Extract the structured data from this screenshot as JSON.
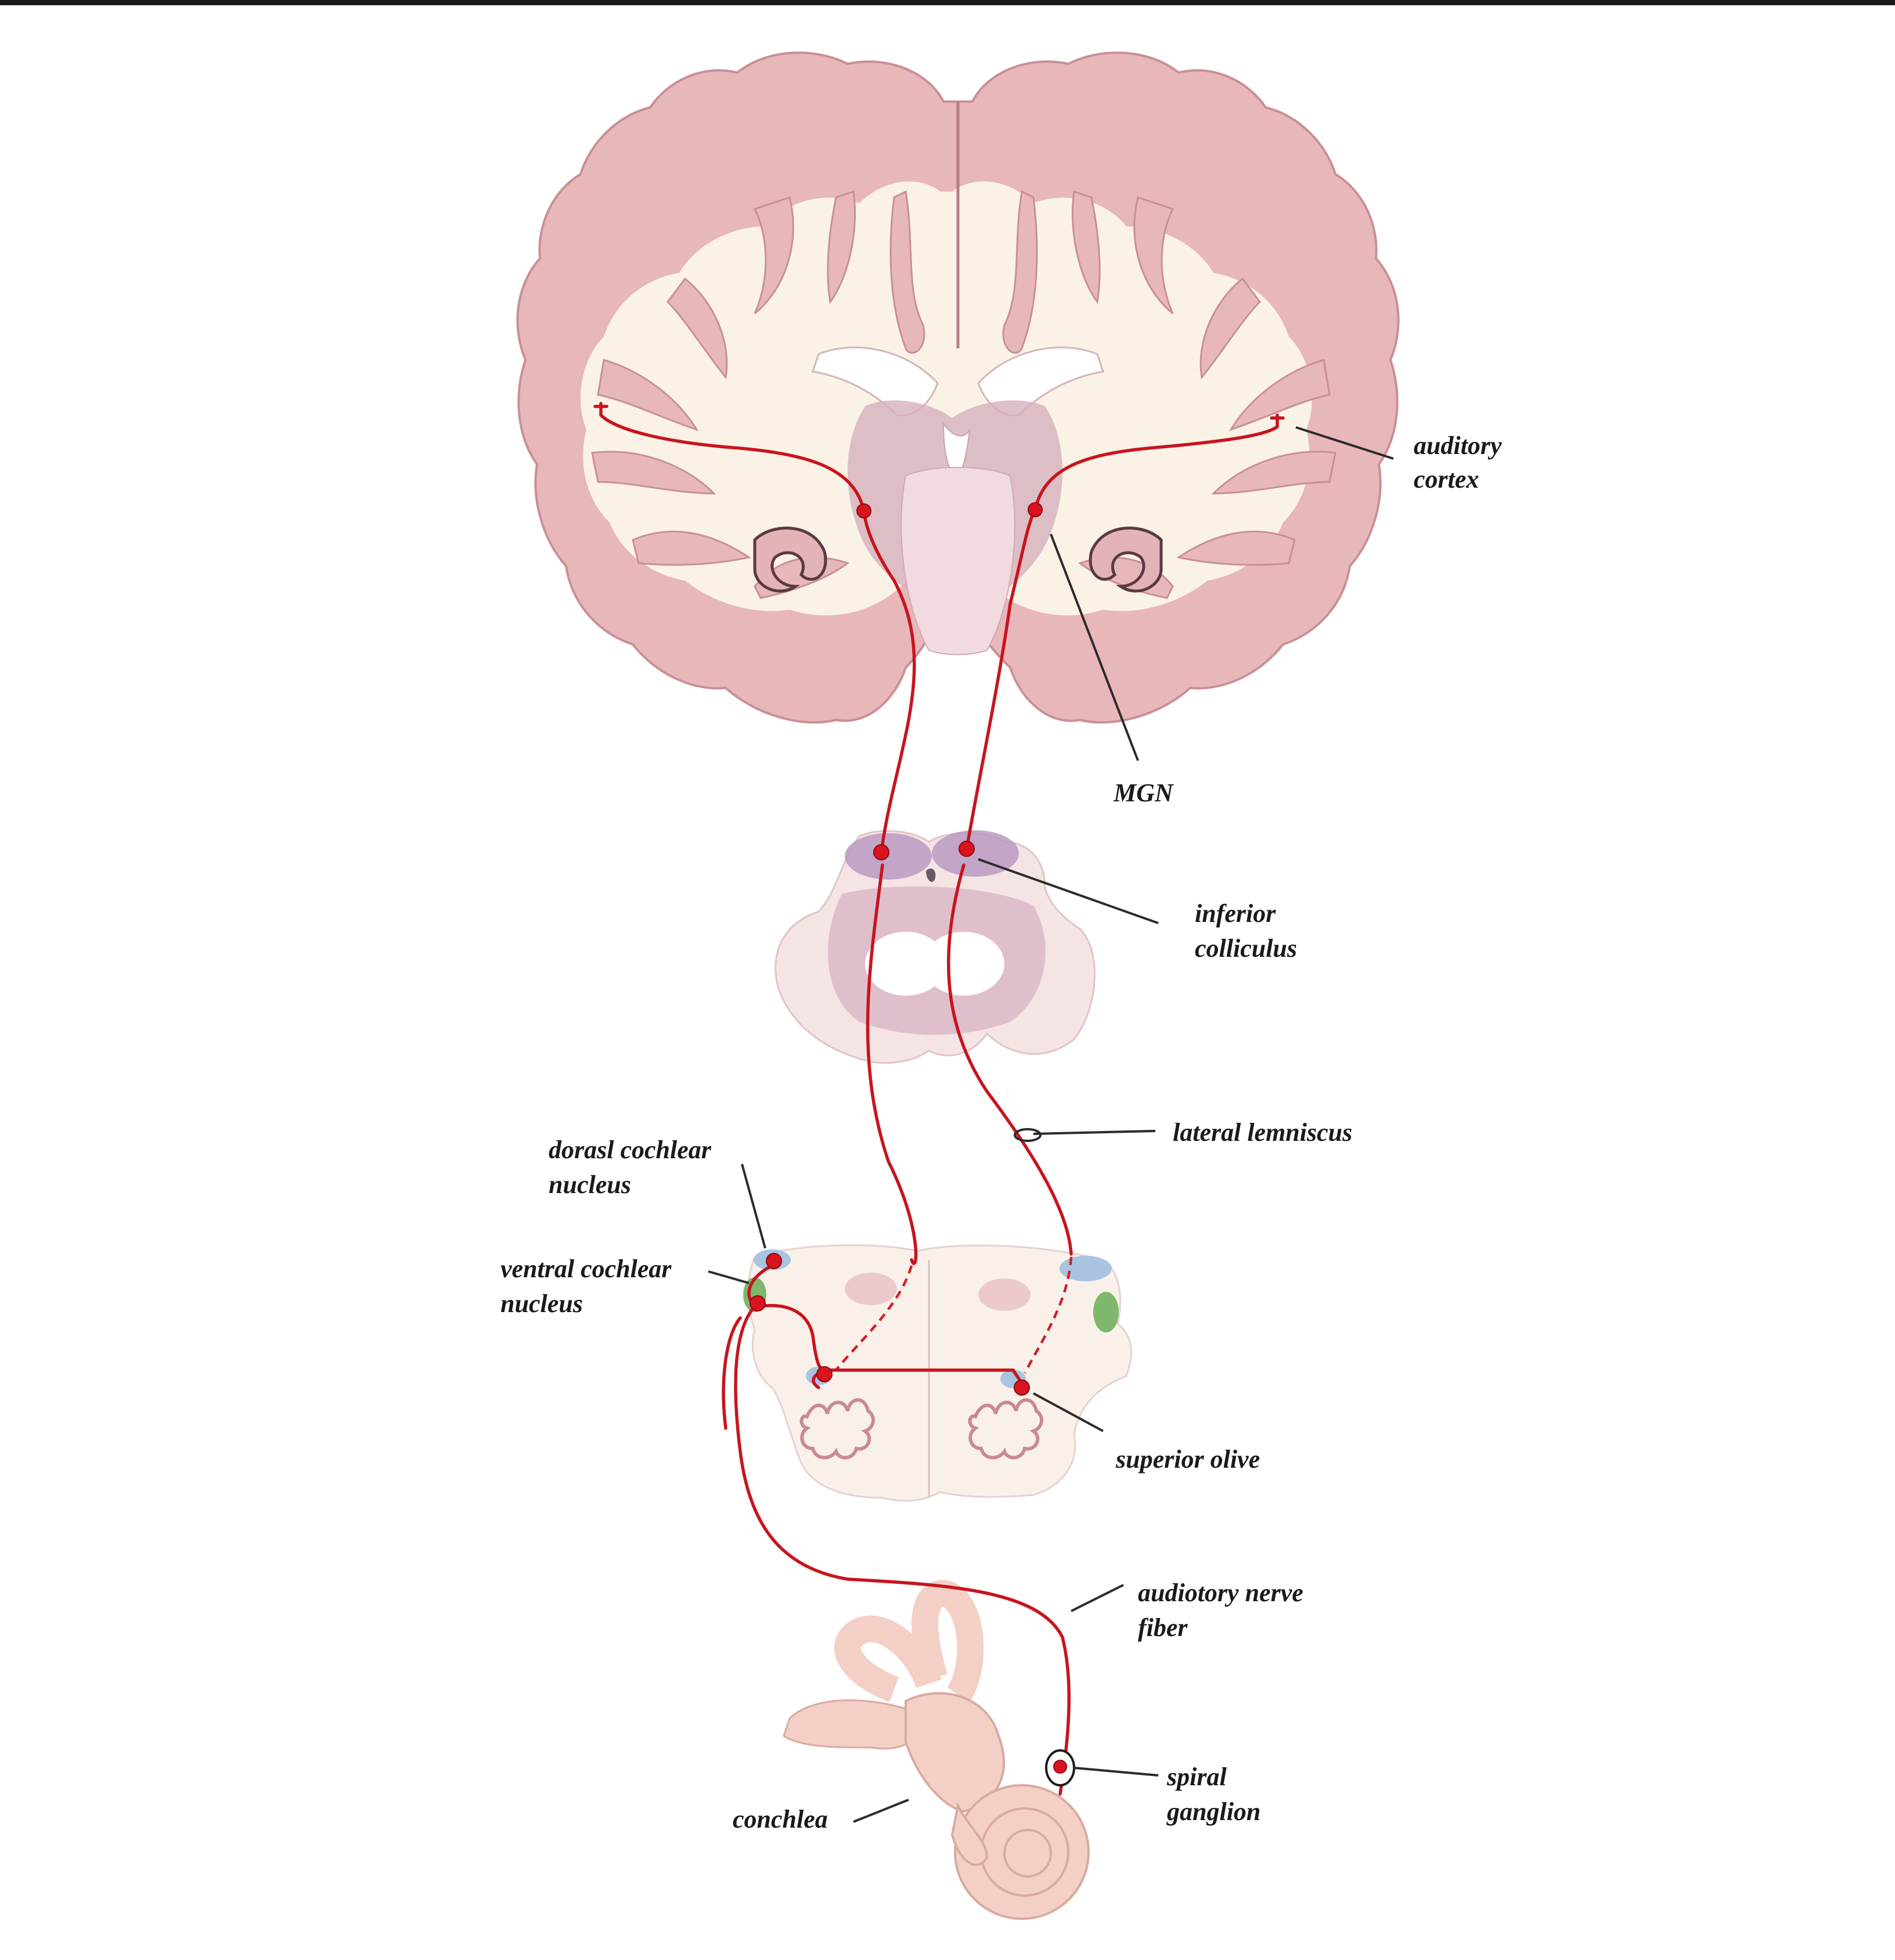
{
  "colors": {
    "gray_matter": "#e8b7b9",
    "white_matter": "#fbf2e6",
    "pathway": "#c8141e",
    "nucleus_blue": "#a8c4e0",
    "nucleus_green": "#7fb76c",
    "brainstem_purple": "#b99ac2"
  },
  "labels": {
    "auditory_cortex": [
      "auditory",
      "cortex"
    ],
    "mgn": "MGN",
    "inferior_colliculus": [
      "inferior",
      "colliculus"
    ],
    "lateral_lemniscus": "lateral lemniscus",
    "dorsal_cochlear_nucleus": [
      "dorasl cochlear",
      "nucleus"
    ],
    "ventral_cochlear_nucleus": [
      "ventral cochlear",
      "nucleus"
    ],
    "superior_olive": "superior olive",
    "auditory_nerve_fiber": [
      "audiotory nerve",
      "fiber"
    ],
    "spiral_ganglion": [
      "spiral",
      "ganglion"
    ],
    "cochlea": "conchlea"
  }
}
